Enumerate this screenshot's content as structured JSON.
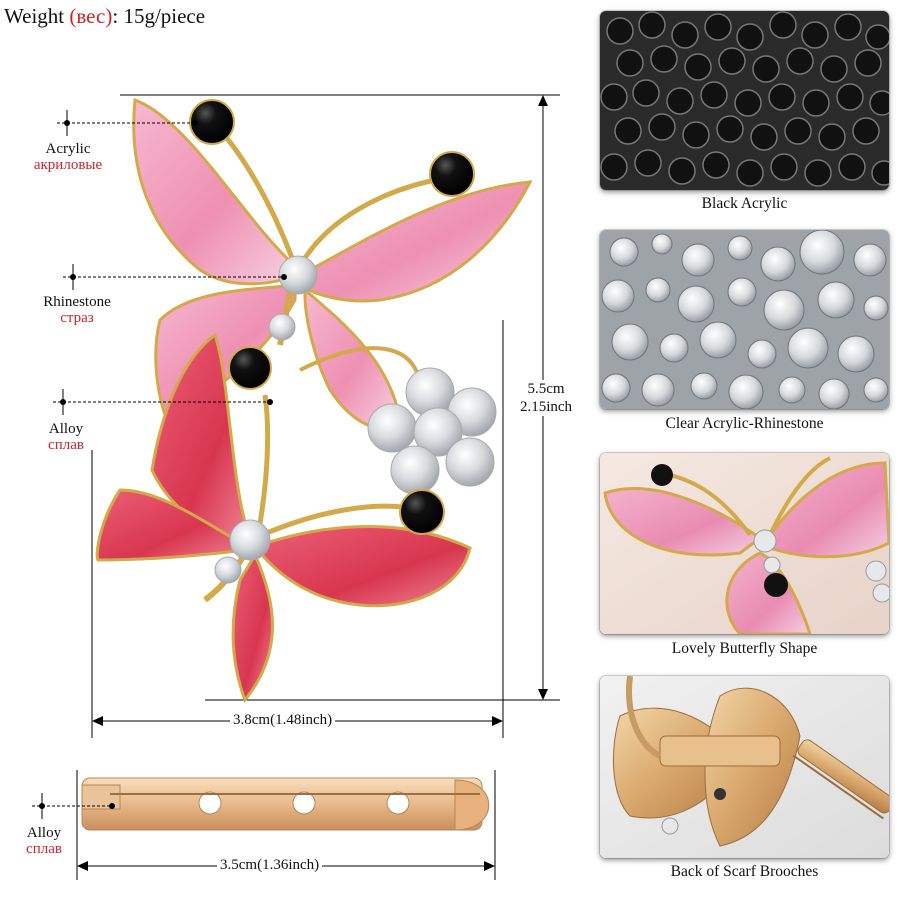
{
  "weight": {
    "label": "Weight",
    "open": " (",
    "ru": "вес",
    "close": ")",
    "value": ": 15g/piece"
  },
  "callouts": {
    "acrylic": {
      "en": "Acrylic",
      "ru": "акриловые"
    },
    "rhinestone": {
      "en": "Rhinestone",
      "ru": "страз"
    },
    "alloy_top": {
      "en": "Alloy",
      "ru": "сплав"
    },
    "alloy_pin": {
      "en": "Alloy",
      "ru": "сплав"
    }
  },
  "dimensions": {
    "height_cm": "5.5cm",
    "height_inch": "2.15inch",
    "width": "3.8cm(1.48inch)",
    "pin_length": "3.5cm(1.36inch)"
  },
  "thumbnails": [
    {
      "caption": "Black Acrylic"
    },
    {
      "caption": "Clear Acrylic-Rhinestone"
    },
    {
      "caption": "Lovely Butterfly Shape"
    },
    {
      "caption": "Back of Scarf Brooches"
    }
  ],
  "colors": {
    "russian_text": "#d0232a",
    "pink_wing": "#f2a6c2",
    "red_wing": "#e0455e",
    "gold": "#d4a94a",
    "black_stone": "#0c0c0c",
    "crystal": "#e6e8ea"
  }
}
